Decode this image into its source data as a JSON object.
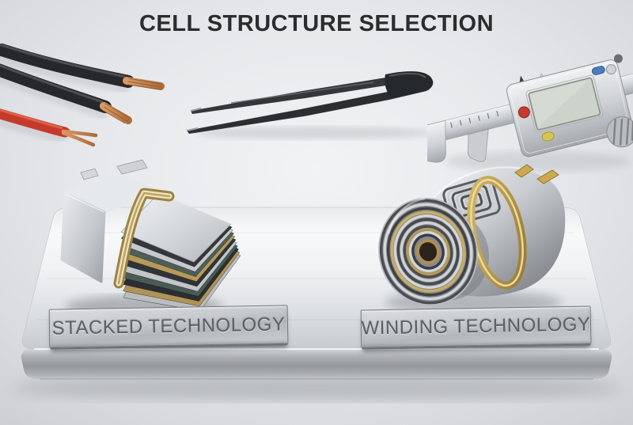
{
  "title": "CELL STRUCTURE SELECTION",
  "plaques": {
    "left": {
      "label": "STACKED TECHNOLOGY"
    },
    "right": {
      "label": "WINDING TECHNOLOGY"
    }
  },
  "objects": {
    "wires": "stripped-power-wires",
    "tweezers": "precision-tweezers",
    "caliper": "digital-caliper",
    "stacked_cell": "stacked-electrode-battery-cell",
    "wound_cell": "wound-jelly-roll-battery-cell",
    "platform": "brushed-metal-display-platform"
  },
  "colors": {
    "background": "#e6e8eb",
    "title_text": "#2a2c2e",
    "plaque_text": "#5d6065",
    "gold_accent": "#c4a85c",
    "copper": "#c08552",
    "wire_red": "#c63a2b",
    "wire_black": "#26282b",
    "metal_light": "#f2f4f6",
    "metal_dark": "#9b9ea2",
    "lcd_screen": "#ccd3ca",
    "button_red": "#c33b2c",
    "button_yellow": "#d6c64e",
    "button_blue": "#4a7ec0"
  }
}
